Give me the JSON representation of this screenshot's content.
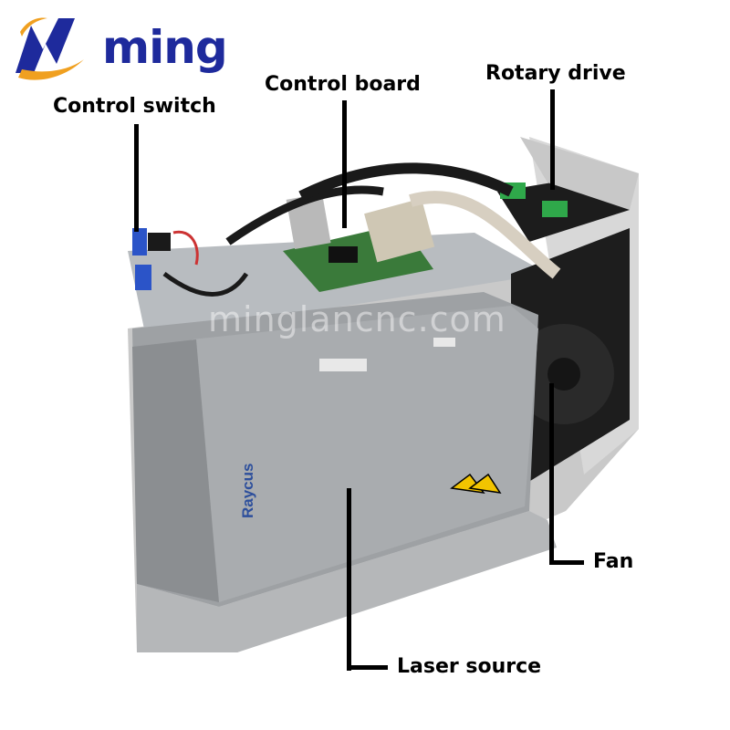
{
  "brand": {
    "name": "ming",
    "colors": {
      "blue": "#1e2a9c",
      "orange": "#f0a020"
    }
  },
  "photo": {
    "watermark": "minglancnc.com",
    "device_marking": "Raycus"
  },
  "labels": {
    "control_switch": "Control switch",
    "control_board": "Control board",
    "rotary_drive": "Rotary drive",
    "fan": "Fan",
    "laser_source": "Laser source"
  }
}
